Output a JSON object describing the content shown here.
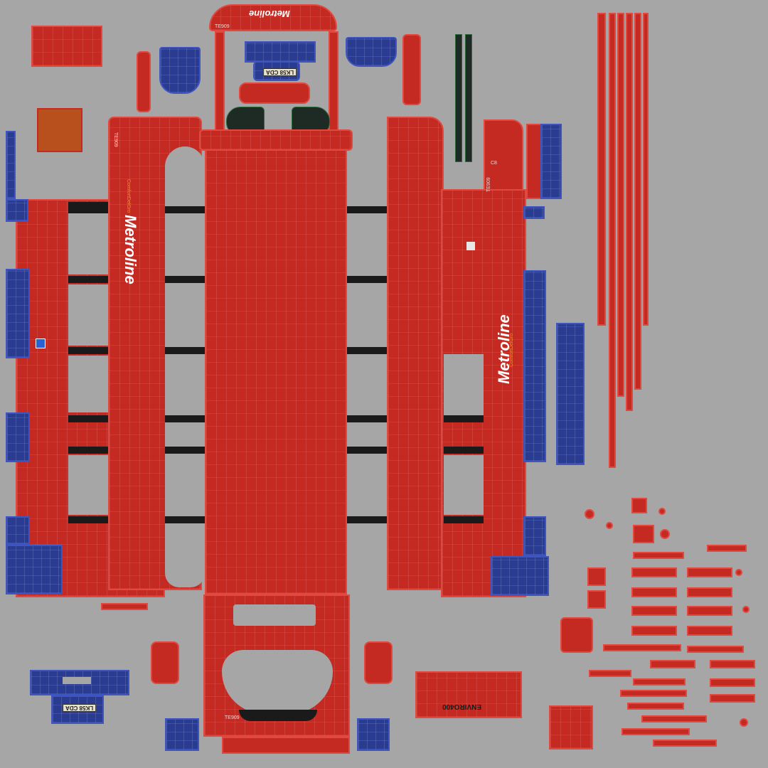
{
  "texture": {
    "subject": "London bus UV texture map",
    "background_color": "#a6a6a6",
    "colors": {
      "body_red": "#c42a22",
      "edge_red": "#e0493f",
      "panel_blue": "#2a3c92",
      "window_stripe": "#1a1a1a",
      "glass_dark": "#1e2a24"
    },
    "labels": {
      "brand_top": "Metroline",
      "brand_left_side": "Metroline",
      "brand_right_side": "Metroline",
      "fleet_number_top": "TE909",
      "fleet_number_left": "TE909",
      "fleet_number_right": "TE909",
      "fleet_number_rear": "TE909",
      "registration_plate_top": "LK58 CDA",
      "registration_plate_bottom": "LK58 CDA",
      "model_badge": "ENVIRO400",
      "tagline": "ComfortDelGro",
      "code_right": "C8"
    }
  }
}
